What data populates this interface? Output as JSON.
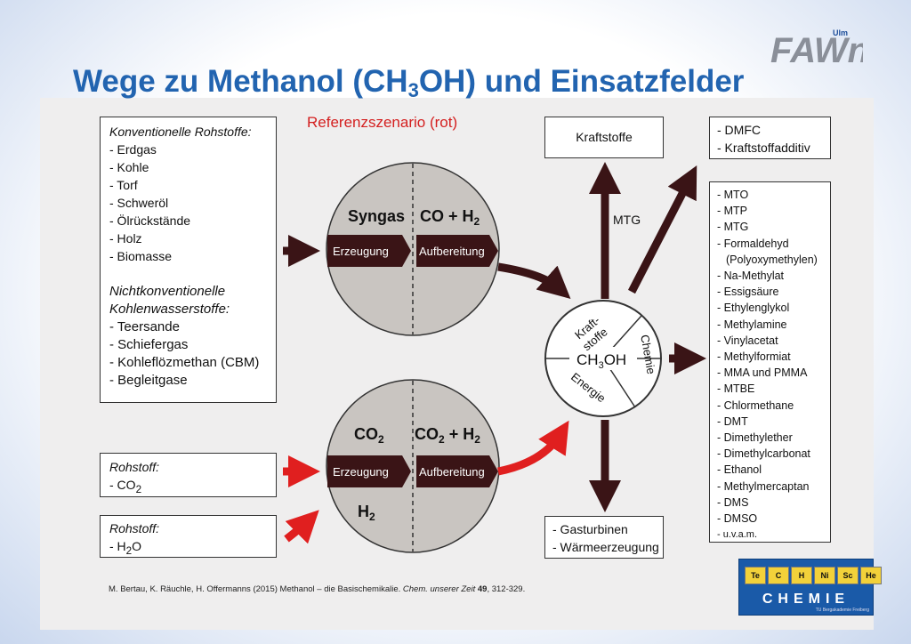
{
  "title": {
    "pre": "Wege zu Methanol (CH",
    "sub": "3",
    "post": "OH) und Einsatzfelder"
  },
  "logo": {
    "text": "FAWn",
    "small": "Ulm"
  },
  "reference_label": "Referenzszenario (rot)",
  "feedstock": {
    "conventional_heading": "Konventionelle Rohstoffe:",
    "conventional_items": [
      "- Erdgas",
      "- Kohle",
      "- Torf",
      "- Schweröl",
      "- Ölrückstände",
      "- Holz",
      "- Biomasse"
    ],
    "unconventional_heading_1": "Nichtkonventionelle",
    "unconventional_heading_2": "Kohlenwasserstoffe:",
    "unconventional_items": [
      "- Teersande",
      "- Schiefergas",
      "- Kohleflözmethan (CBM)",
      "- Begleitgase"
    ]
  },
  "co2_box": {
    "heading": "Rohstoff:",
    "item_pre": "- CO",
    "item_sub": "2"
  },
  "h2o_box": {
    "heading": "Rohstoff:",
    "item_pre": "- H",
    "item_sub": "2",
    "item_post": "O"
  },
  "syngas_circle": {
    "left_label": "Syngas",
    "right_label_pre": "CO + H",
    "right_label_sub": "2",
    "step1": "Erzeugung",
    "step2": "Aufbereitung"
  },
  "co2_circle": {
    "left_label_pre": "CO",
    "left_label_sub": "2",
    "right_label_pre": "CO",
    "right_label_sub1": "2",
    "right_label_mid": " + H",
    "right_label_sub2": "2",
    "step1": "Erzeugung",
    "step2": "Aufbereitung",
    "bottom_pre": "H",
    "bottom_sub": "2"
  },
  "methanol_hub": {
    "center_pre": "CH",
    "center_sub": "3",
    "center_post": "OH",
    "seg_fuel_1": "Kraft-",
    "seg_fuel_2": "stoffe",
    "seg_chem": "Chemie",
    "seg_energy": "Energie"
  },
  "outputs": {
    "fuels": "Kraftstoffe",
    "mtg_label": "MTG",
    "energy_items": [
      "- Gasturbinen",
      "- Wärmeerzeugung"
    ],
    "fuel_additives": [
      "- DMFC",
      "- Kraftstoffadditiv"
    ],
    "chemicals": [
      "- MTO",
      "- MTP",
      "- MTG",
      "- Formaldehyd",
      "(Polyoxymethylen)",
      "- Na-Methylat",
      "- Essigsäure",
      "- Ethylenglykol",
      "- Methylamine",
      "- Vinylacetat",
      "- Methylformiat",
      "- MMA und PMMA",
      "- MTBE",
      "- Chlormethane",
      "- DMT",
      "- Dimethylether",
      "- Dimethylcarbonat",
      "- Ethanol",
      "- Methylmercaptan",
      "- DMS",
      "- DMSO",
      "- u.v.a.m."
    ]
  },
  "citation": {
    "pre": "M. Bertau, K. Räuchle, H. Offermanns (2015) Methanol – die Basischemikalie. ",
    "journal": "Chem. unserer Zeit",
    "volume": "49",
    "pages": ", 312-329."
  },
  "badge": {
    "cells": [
      "Te",
      "C",
      "H",
      "Ni",
      "Sc",
      "He"
    ],
    "word": "CHEMIE",
    "sub": "TU Bergakademie Freiberg"
  },
  "colors": {
    "title": "#2264b0",
    "dark_arrow": "#3a1416",
    "red_arrow": "#e01f1f",
    "circle_fill": "#c9c5c1"
  }
}
